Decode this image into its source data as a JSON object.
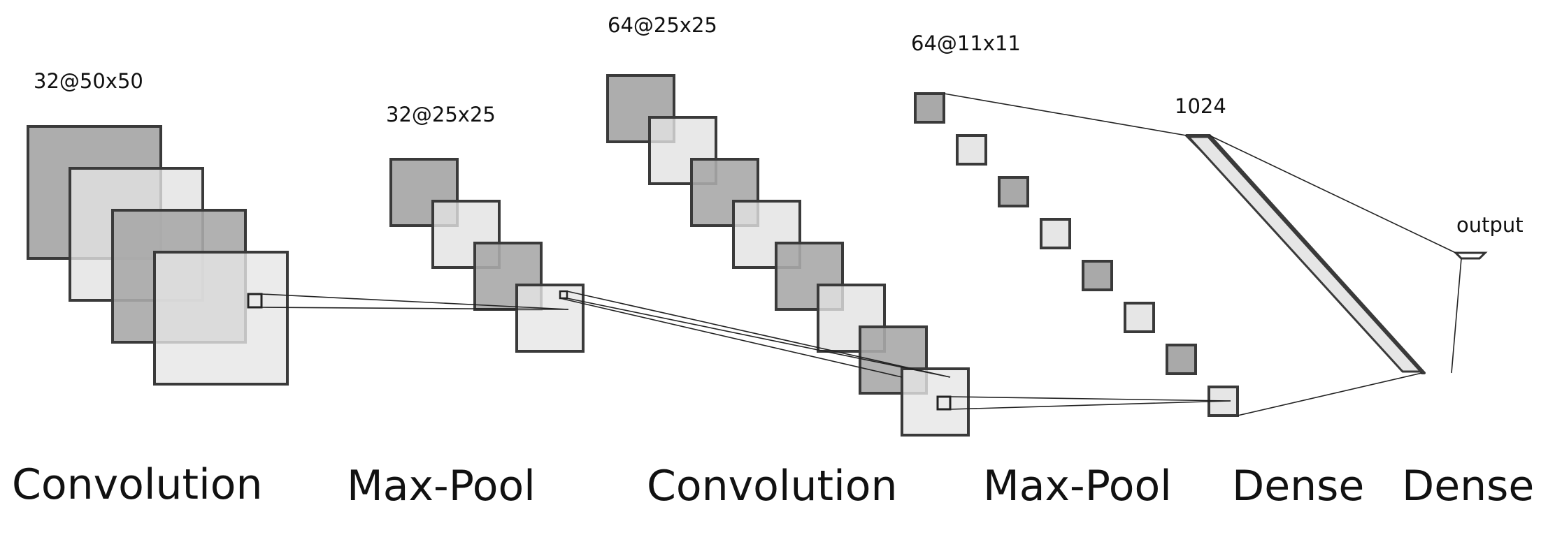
{
  "colors": {
    "dark_map": "#a9a9a9",
    "light_map": "#e6e6e6",
    "stroke": "#3a3a3a"
  },
  "dimension_labels": {
    "conv1": "32@50x50",
    "pool1": "32@25x25",
    "conv2": "64@25x25",
    "pool2": "64@11x11",
    "dense1": "1024",
    "output": "output"
  },
  "layer_labels": {
    "conv1": "Convolution",
    "pool1": "Max-Pool",
    "conv2": "Convolution",
    "pool2": "Max-Pool",
    "dense1": "Dense",
    "dense2": "Dense"
  }
}
